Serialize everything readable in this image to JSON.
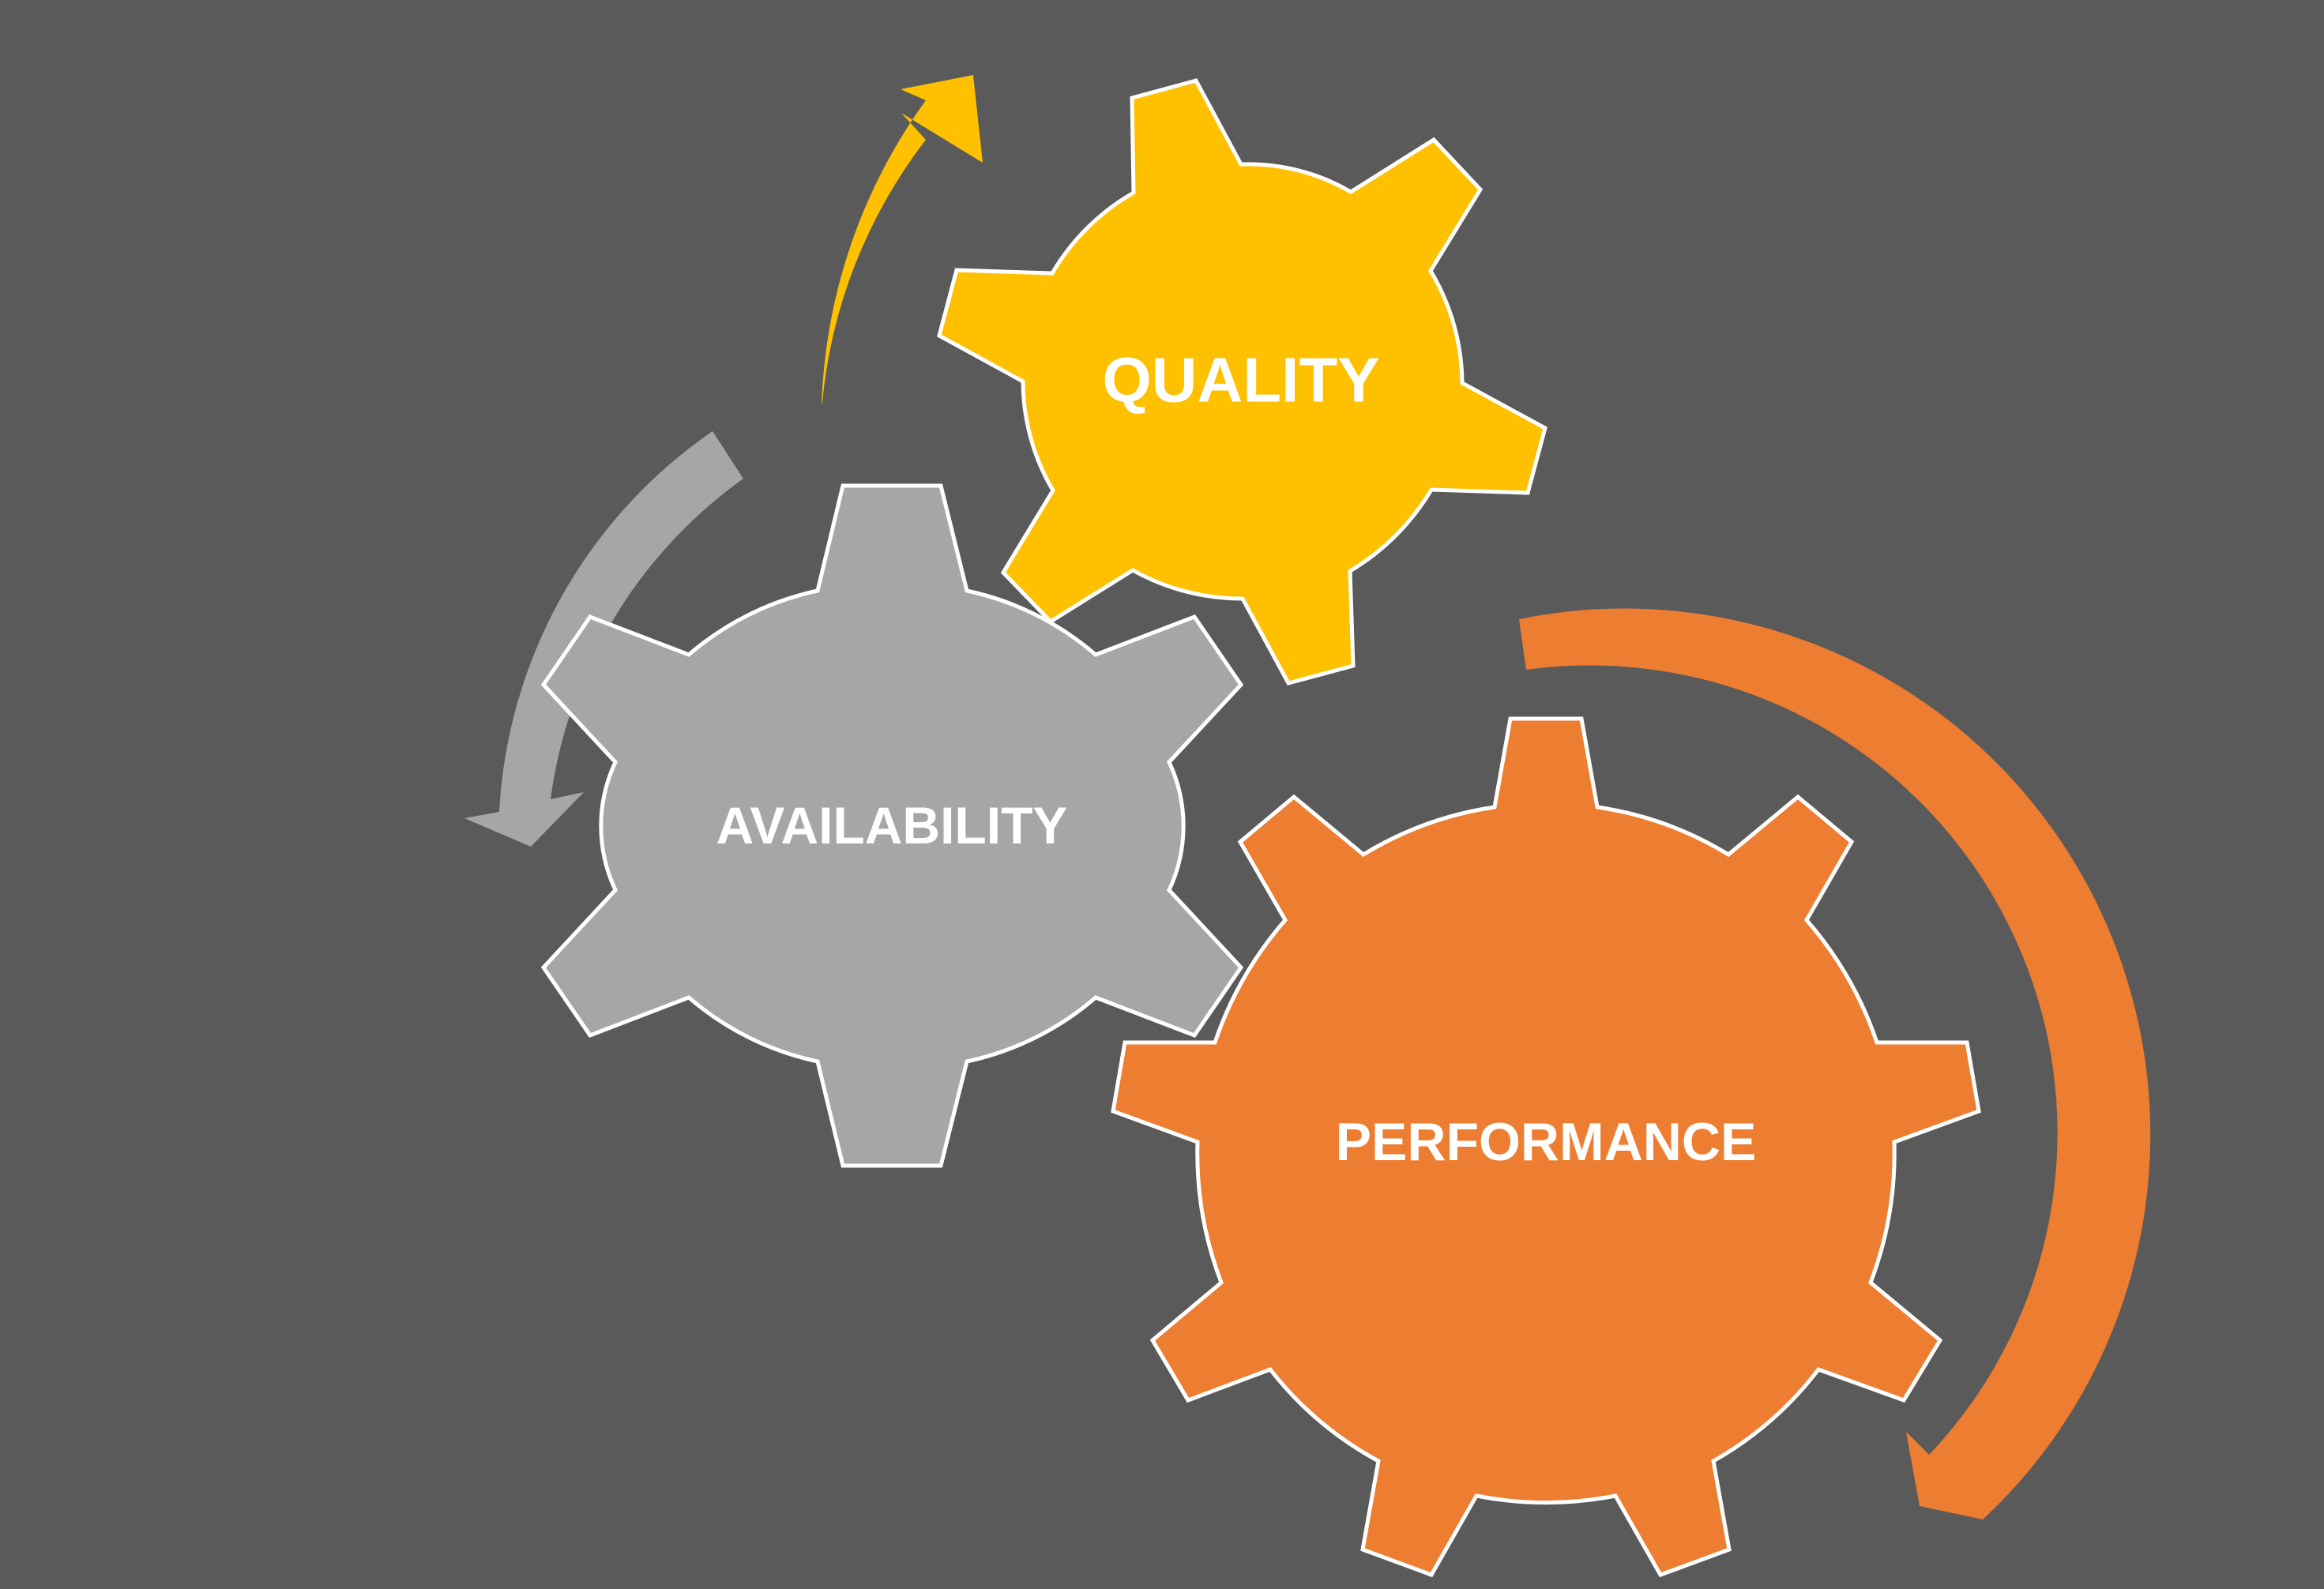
{
  "gears": [
    {
      "id": "quality",
      "label": "QUALITY",
      "color": "#ffc000"
    },
    {
      "id": "availability",
      "label": "AVAILABILITY",
      "color": "#a6a6a6"
    },
    {
      "id": "performance",
      "label": "PERFORMANCE",
      "color": "#ed7d31"
    }
  ],
  "arrows": [
    {
      "id": "quality-arrow",
      "color": "#ffc000",
      "direction": "clockwise"
    },
    {
      "id": "availability-arrow",
      "color": "#a6a6a6",
      "direction": "counter-clockwise"
    },
    {
      "id": "performance-arrow",
      "color": "#ed7d31",
      "direction": "clockwise"
    }
  ],
  "background": "#5a5a5a"
}
